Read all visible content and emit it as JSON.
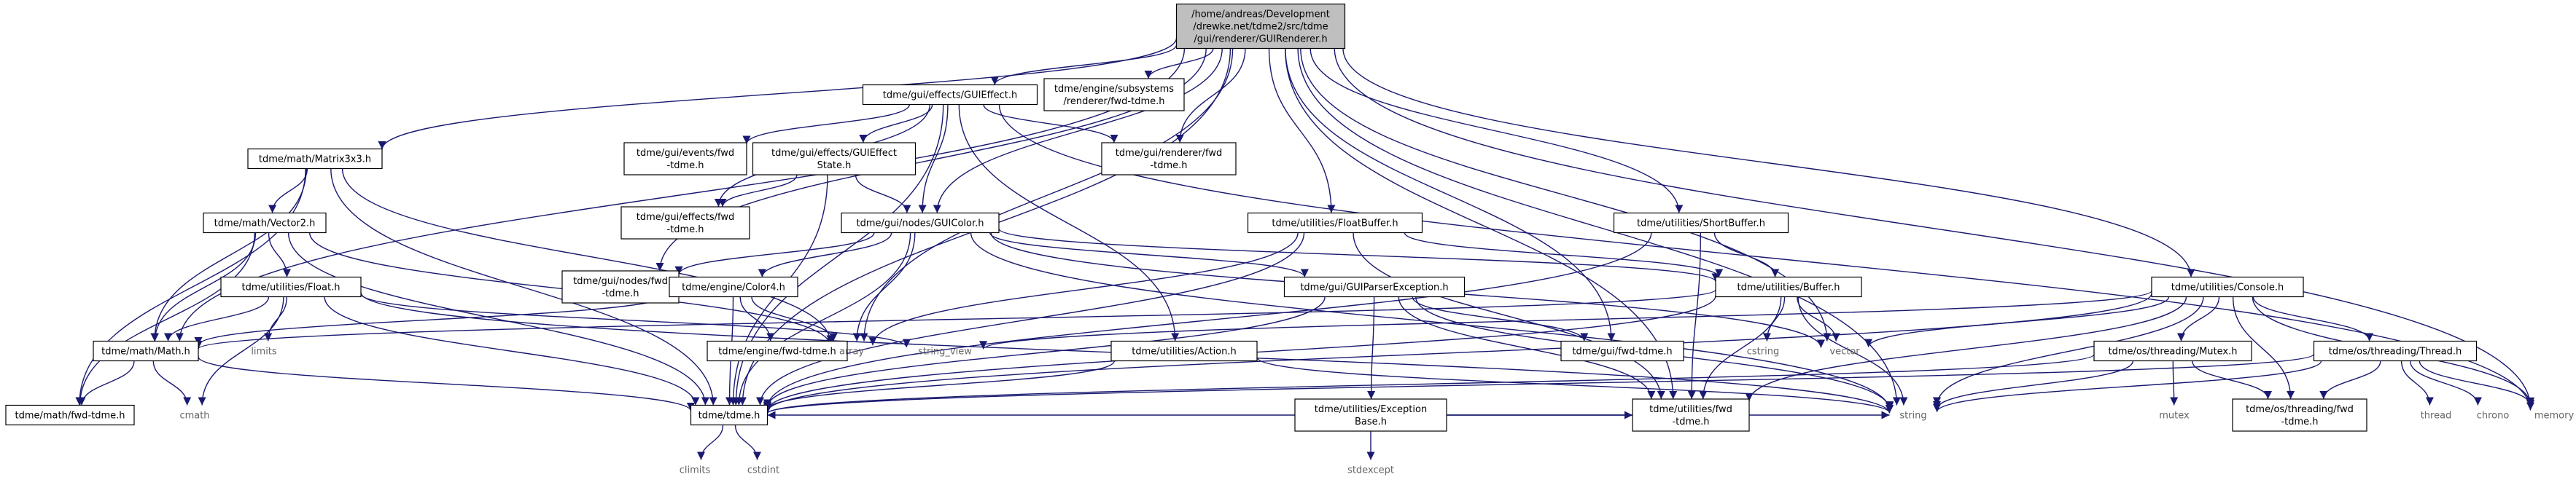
{
  "diagram": {
    "type": "include-dependency-graph",
    "colors": {
      "edge": "#191970",
      "root_fill": "#bfbfbf",
      "box_border": "#666666",
      "external_text": "#666666"
    },
    "nodes": [
      {
        "id": "root",
        "lines": [
          "/home/andreas/Development",
          "/drewke.net/tdme2/src/tdme",
          "/gui/renderer/GUIRenderer.h"
        ],
        "kind": "root"
      },
      {
        "id": "guieffect",
        "lines": [
          "tdme/gui/effects/GUIEffect.h"
        ],
        "kind": "file"
      },
      {
        "id": "subsys_fwd",
        "lines": [
          "tdme/engine/subsystems",
          "/renderer/fwd-tdme.h"
        ],
        "kind": "file"
      },
      {
        "id": "matrix3x3",
        "lines": [
          "tdme/math/Matrix3x3.h"
        ],
        "kind": "file"
      },
      {
        "id": "events_fwd",
        "lines": [
          "tdme/gui/events/fwd",
          "-tdme.h"
        ],
        "kind": "file"
      },
      {
        "id": "effectstate",
        "lines": [
          "tdme/gui/effects/GUIEffect",
          "State.h"
        ],
        "kind": "file"
      },
      {
        "id": "renderer_fwd",
        "lines": [
          "tdme/gui/renderer/fwd",
          "-tdme.h"
        ],
        "kind": "file"
      },
      {
        "id": "vector2",
        "lines": [
          "tdme/math/Vector2.h"
        ],
        "kind": "file"
      },
      {
        "id": "effects_fwd",
        "lines": [
          "tdme/gui/effects/fwd",
          "-tdme.h"
        ],
        "kind": "file"
      },
      {
        "id": "guicolor",
        "lines": [
          "tdme/gui/nodes/GUIColor.h"
        ],
        "kind": "file"
      },
      {
        "id": "floatbuffer",
        "lines": [
          "tdme/utilities/FloatBuffer.h"
        ],
        "kind": "file"
      },
      {
        "id": "shortbuffer",
        "lines": [
          "tdme/utilities/ShortBuffer.h"
        ],
        "kind": "file"
      },
      {
        "id": "float",
        "lines": [
          "tdme/utilities/Float.h"
        ],
        "kind": "file"
      },
      {
        "id": "nodes_fwd",
        "lines": [
          "tdme/gui/nodes/fwd",
          "-tdme.h"
        ],
        "kind": "file"
      },
      {
        "id": "color4",
        "lines": [
          "tdme/engine/Color4.h"
        ],
        "kind": "file"
      },
      {
        "id": "parserexc",
        "lines": [
          "tdme/gui/GUIParserException.h"
        ],
        "kind": "file"
      },
      {
        "id": "buffer",
        "lines": [
          "tdme/utilities/Buffer.h"
        ],
        "kind": "file"
      },
      {
        "id": "console",
        "lines": [
          "tdme/utilities/Console.h"
        ],
        "kind": "file"
      },
      {
        "id": "mathh",
        "lines": [
          "tdme/math/Math.h"
        ],
        "kind": "file"
      },
      {
        "id": "limits",
        "lines": [
          "limits"
        ],
        "kind": "external"
      },
      {
        "id": "engine_fwd",
        "lines": [
          "tdme/engine/fwd-tdme.h"
        ],
        "kind": "file"
      },
      {
        "id": "array",
        "lines": [
          "array"
        ],
        "kind": "external"
      },
      {
        "id": "string_view",
        "lines": [
          "string_view"
        ],
        "kind": "external"
      },
      {
        "id": "action",
        "lines": [
          "tdme/utilities/Action.h"
        ],
        "kind": "file"
      },
      {
        "id": "gui_fwd",
        "lines": [
          "tdme/gui/fwd-tdme.h"
        ],
        "kind": "file"
      },
      {
        "id": "cstring",
        "lines": [
          "cstring"
        ],
        "kind": "external"
      },
      {
        "id": "vector",
        "lines": [
          "vector"
        ],
        "kind": "external"
      },
      {
        "id": "mutex_h",
        "lines": [
          "tdme/os/threading/Mutex.h"
        ],
        "kind": "file"
      },
      {
        "id": "thread_h",
        "lines": [
          "tdme/os/threading/Thread.h"
        ],
        "kind": "file"
      },
      {
        "id": "excbase",
        "lines": [
          "tdme/utilities/Exception",
          "Base.h"
        ],
        "kind": "file"
      },
      {
        "id": "math_fwd",
        "lines": [
          "tdme/math/fwd-tdme.h"
        ],
        "kind": "file"
      },
      {
        "id": "cmath",
        "lines": [
          "cmath"
        ],
        "kind": "external"
      },
      {
        "id": "tdme",
        "lines": [
          "tdme/tdme.h"
        ],
        "kind": "file"
      },
      {
        "id": "util_fwd",
        "lines": [
          "tdme/utilities/fwd",
          "-tdme.h"
        ],
        "kind": "file"
      },
      {
        "id": "string",
        "lines": [
          "string"
        ],
        "kind": "external"
      },
      {
        "id": "stdexcept",
        "lines": [
          "stdexcept"
        ],
        "kind": "external"
      },
      {
        "id": "mutex",
        "lines": [
          "mutex"
        ],
        "kind": "external"
      },
      {
        "id": "threading_fwd",
        "lines": [
          "tdme/os/threading/fwd",
          "-tdme.h"
        ],
        "kind": "file"
      },
      {
        "id": "thread",
        "lines": [
          "thread"
        ],
        "kind": "external"
      },
      {
        "id": "chrono",
        "lines": [
          "chrono"
        ],
        "kind": "external"
      },
      {
        "id": "memory",
        "lines": [
          "memory"
        ],
        "kind": "external"
      },
      {
        "id": "climits",
        "lines": [
          "climits"
        ],
        "kind": "external"
      },
      {
        "id": "cstdint",
        "lines": [
          "cstdint"
        ],
        "kind": "external"
      }
    ],
    "edges": [
      [
        "root",
        "guieffect"
      ],
      [
        "root",
        "subsys_fwd"
      ],
      [
        "root",
        "matrix3x3"
      ],
      [
        "root",
        "renderer_fwd"
      ],
      [
        "root",
        "guicolor"
      ],
      [
        "root",
        "floatbuffer"
      ],
      [
        "root",
        "shortbuffer"
      ],
      [
        "root",
        "nodes_fwd"
      ],
      [
        "root",
        "console"
      ],
      [
        "root",
        "array"
      ],
      [
        "root",
        "gui_fwd"
      ],
      [
        "root",
        "vector"
      ],
      [
        "root",
        "mathh"
      ],
      [
        "root",
        "tdme"
      ],
      [
        "root",
        "util_fwd"
      ],
      [
        "root",
        "string"
      ],
      [
        "root",
        "memory"
      ],
      [
        "guieffect",
        "events_fwd"
      ],
      [
        "guieffect",
        "effectstate"
      ],
      [
        "guieffect",
        "renderer_fwd"
      ],
      [
        "guieffect",
        "effects_fwd"
      ],
      [
        "guieffect",
        "guicolor"
      ],
      [
        "guieffect",
        "action"
      ],
      [
        "guieffect",
        "tdme"
      ],
      [
        "guieffect",
        "memory"
      ],
      [
        "matrix3x3",
        "vector2"
      ],
      [
        "matrix3x3",
        "mathh"
      ],
      [
        "matrix3x3",
        "math_fwd"
      ],
      [
        "matrix3x3",
        "tdme"
      ],
      [
        "matrix3x3",
        "array"
      ],
      [
        "effectstate",
        "effects_fwd"
      ],
      [
        "effectstate",
        "guicolor"
      ],
      [
        "effectstate",
        "tdme"
      ],
      [
        "vector2",
        "float"
      ],
      [
        "vector2",
        "mathh"
      ],
      [
        "vector2",
        "math_fwd"
      ],
      [
        "vector2",
        "tdme"
      ],
      [
        "vector2",
        "array"
      ],
      [
        "guicolor",
        "nodes_fwd"
      ],
      [
        "guicolor",
        "color4"
      ],
      [
        "guicolor",
        "parserexc"
      ],
      [
        "guicolor",
        "array"
      ],
      [
        "guicolor",
        "string"
      ],
      [
        "guicolor",
        "vector"
      ],
      [
        "guicolor",
        "tdme"
      ],
      [
        "guicolor",
        "buffer"
      ],
      [
        "floatbuffer",
        "buffer"
      ],
      [
        "floatbuffer",
        "util_fwd"
      ],
      [
        "floatbuffer",
        "array"
      ],
      [
        "floatbuffer",
        "tdme"
      ],
      [
        "shortbuffer",
        "buffer"
      ],
      [
        "shortbuffer",
        "util_fwd"
      ],
      [
        "shortbuffer",
        "tdme"
      ],
      [
        "float",
        "mathh"
      ],
      [
        "float",
        "limits"
      ],
      [
        "float",
        "cmath"
      ],
      [
        "float",
        "tdme"
      ],
      [
        "float",
        "string_view"
      ],
      [
        "float",
        "string"
      ],
      [
        "color4",
        "engine_fwd"
      ],
      [
        "color4",
        "array"
      ],
      [
        "color4",
        "tdme"
      ],
      [
        "color4",
        "mathh"
      ],
      [
        "parserexc",
        "excbase"
      ],
      [
        "parserexc",
        "gui_fwd"
      ],
      [
        "parserexc",
        "tdme"
      ],
      [
        "parserexc",
        "util_fwd"
      ],
      [
        "parserexc",
        "string"
      ],
      [
        "buffer",
        "cstring"
      ],
      [
        "buffer",
        "vector"
      ],
      [
        "buffer",
        "string"
      ],
      [
        "buffer",
        "tdme"
      ],
      [
        "buffer",
        "util_fwd"
      ],
      [
        "buffer",
        "mathh"
      ],
      [
        "console",
        "mutex_h"
      ],
      [
        "console",
        "thread_h"
      ],
      [
        "console",
        "string"
      ],
      [
        "console",
        "string_view"
      ],
      [
        "console",
        "vector"
      ],
      [
        "console",
        "tdme"
      ],
      [
        "console",
        "memory"
      ],
      [
        "console",
        "threading_fwd"
      ],
      [
        "console",
        "util_fwd"
      ],
      [
        "mathh",
        "math_fwd"
      ],
      [
        "mathh",
        "cmath"
      ],
      [
        "mathh",
        "tdme"
      ],
      [
        "action",
        "tdme"
      ],
      [
        "action",
        "string"
      ],
      [
        "mutex_h",
        "mutex"
      ],
      [
        "mutex_h",
        "string"
      ],
      [
        "mutex_h",
        "threading_fwd"
      ],
      [
        "mutex_h",
        "tdme"
      ],
      [
        "thread_h",
        "thread"
      ],
      [
        "thread_h",
        "chrono"
      ],
      [
        "thread_h",
        "memory"
      ],
      [
        "thread_h",
        "string"
      ],
      [
        "thread_h",
        "threading_fwd"
      ],
      [
        "thread_h",
        "tdme"
      ],
      [
        "excbase",
        "stdexcept"
      ],
      [
        "excbase",
        "string"
      ],
      [
        "excbase",
        "tdme"
      ],
      [
        "excbase",
        "util_fwd"
      ],
      [
        "tdme",
        "climits"
      ],
      [
        "tdme",
        "cstdint"
      ]
    ]
  }
}
